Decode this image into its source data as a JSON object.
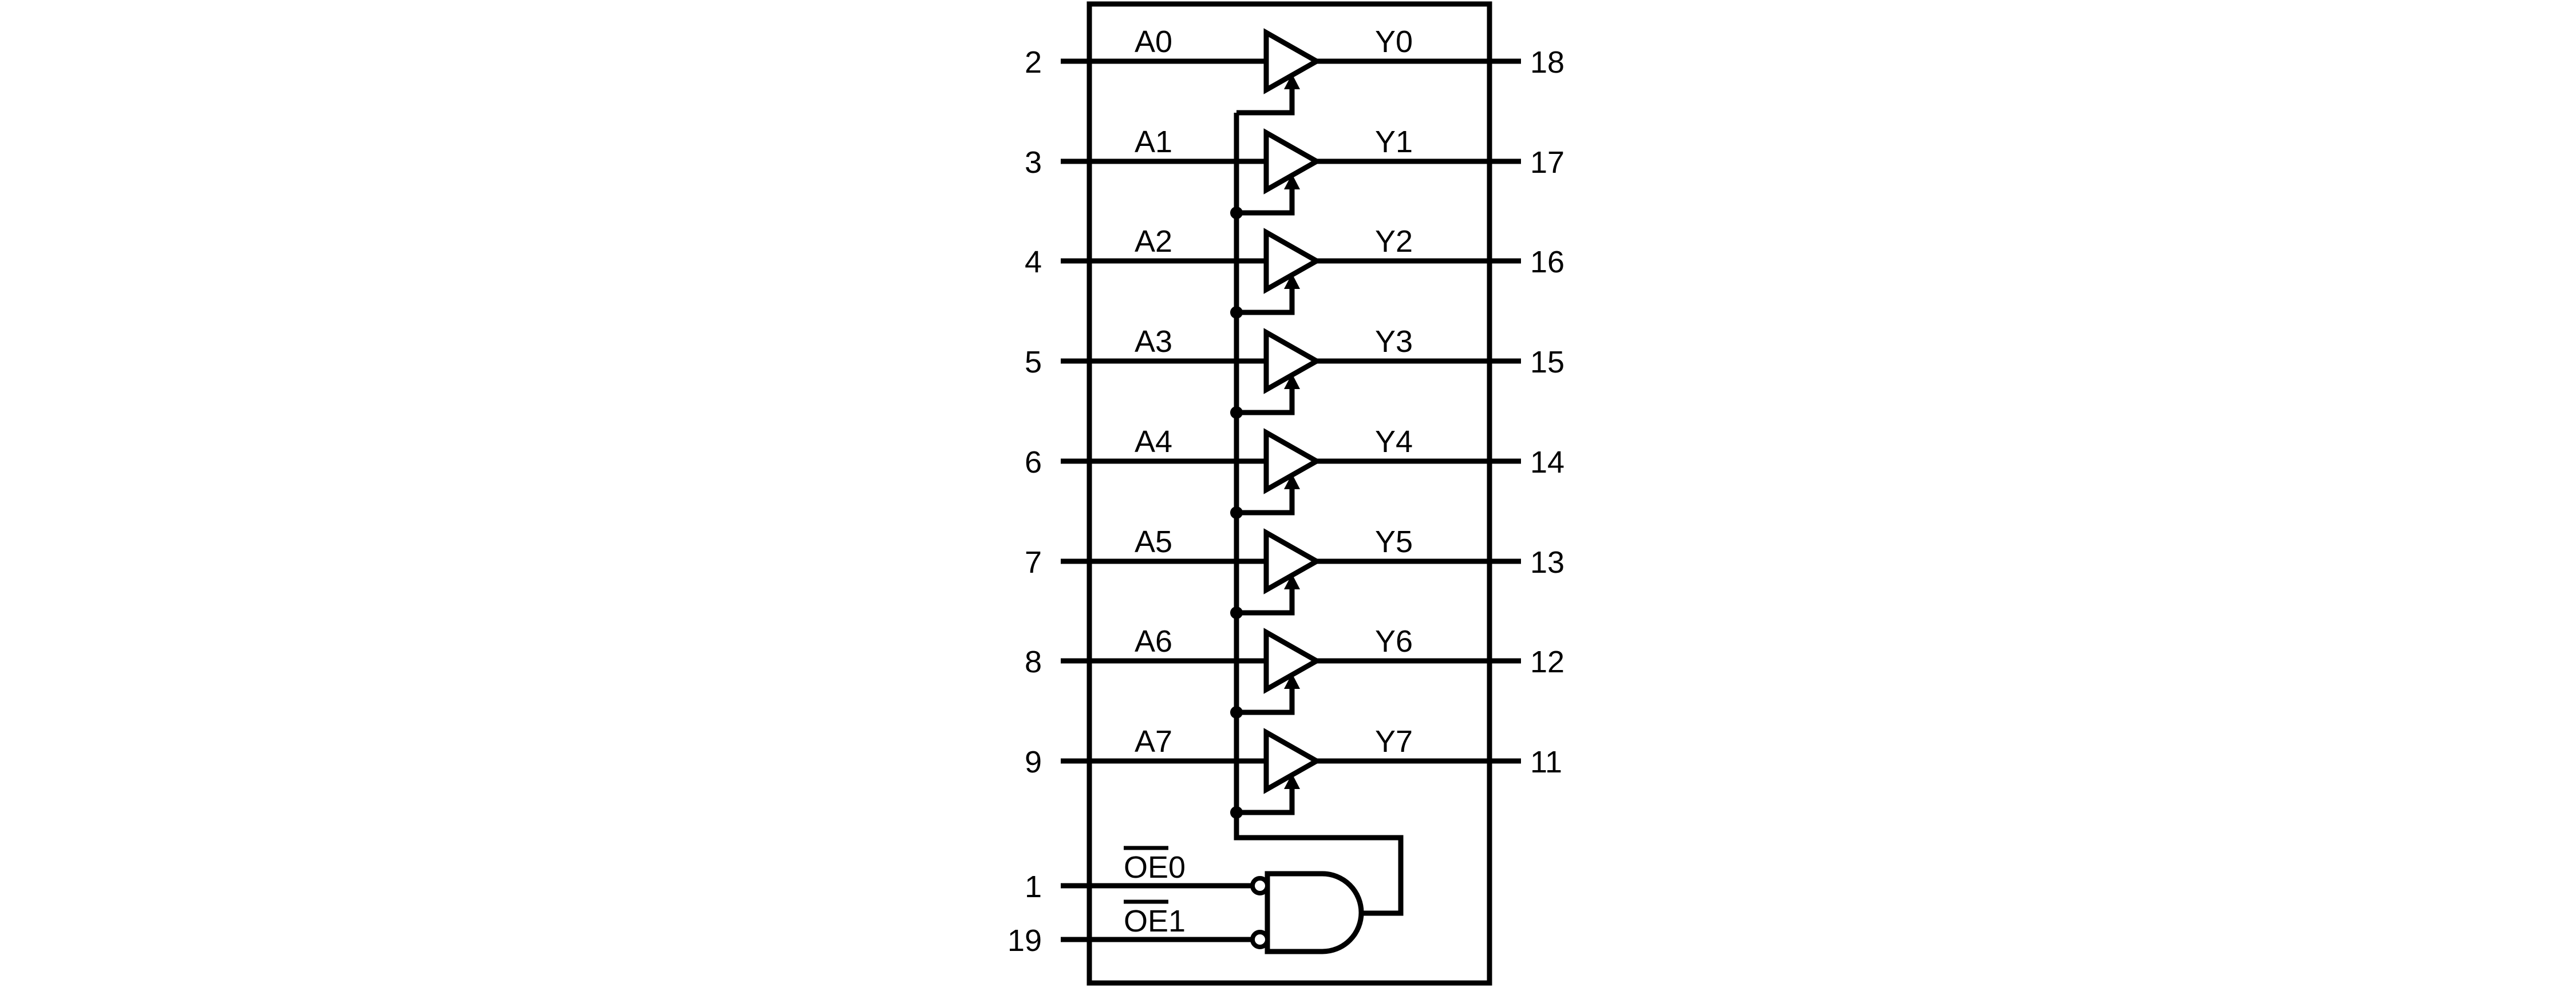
{
  "figure": {
    "type": "logic-diagram",
    "description": "Octal buffer / line driver logic diagram with 8 tri-state buffers and a 2-input enable gate with inverted inputs",
    "background_color": "#ffffff",
    "line_color": "#000000",
    "buffers": [
      {
        "pin_in": "2",
        "in_label": "A0",
        "out_label": "Y0",
        "pin_out": "18"
      },
      {
        "pin_in": "3",
        "in_label": "A1",
        "out_label": "Y1",
        "pin_out": "17"
      },
      {
        "pin_in": "4",
        "in_label": "A2",
        "out_label": "Y2",
        "pin_out": "16"
      },
      {
        "pin_in": "5",
        "in_label": "A3",
        "out_label": "Y3",
        "pin_out": "15"
      },
      {
        "pin_in": "6",
        "in_label": "A4",
        "out_label": "Y4",
        "pin_out": "14"
      },
      {
        "pin_in": "7",
        "in_label": "A5",
        "out_label": "Y5",
        "pin_out": "13"
      },
      {
        "pin_in": "8",
        "in_label": "A6",
        "out_label": "Y6",
        "pin_out": "12"
      },
      {
        "pin_in": "9",
        "in_label": "A7",
        "out_label": "Y7",
        "pin_out": "11"
      }
    ],
    "enable_inputs": [
      {
        "pin": "1",
        "label": "OE0",
        "overline_over": "OE"
      },
      {
        "pin": "19",
        "label": "OE1",
        "overline_over": "OE"
      }
    ]
  }
}
